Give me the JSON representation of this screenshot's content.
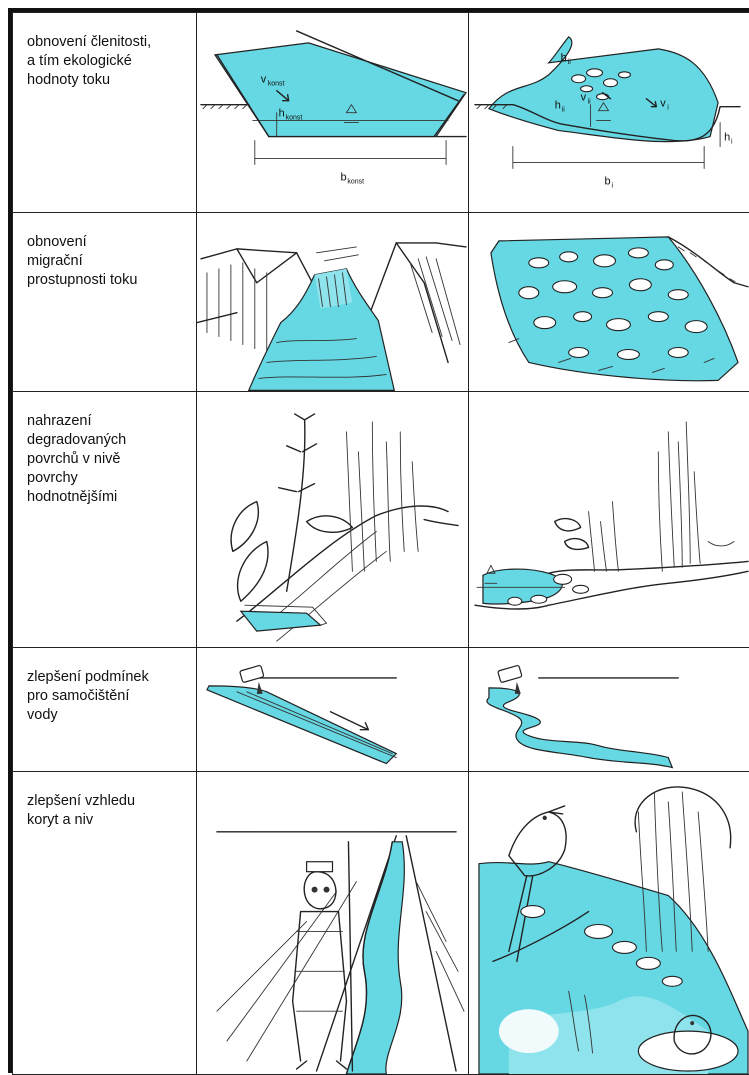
{
  "rows": [
    {
      "label": "obnovení členitosti,\na tím ekologické\nhodnoty toku",
      "left_annotations": {
        "v": "v",
        "v_sub": "konst",
        "h": "h",
        "h_sub": "konst",
        "b": "b",
        "b_sub": "konst"
      },
      "right_annotations": {
        "b": "b",
        "b_sub": "ii",
        "h": "h",
        "h_sub": "ii",
        "v_ii": "v",
        "v_ii_sub": "ii",
        "v_i": "v",
        "v_i_sub": "i",
        "h_i": "h",
        "h_i_sub": "i",
        "b_i": "b",
        "b_i_sub": "i"
      }
    },
    {
      "label": "obnovení\nmigrační\nprostupnosti toku"
    },
    {
      "label": "nahrazení\ndegradovaných\npovrchů v nivě\npovrchy\nhodnotnějšími"
    },
    {
      "label": "zlepšení podmínek\npro samočištění\nvody"
    },
    {
      "label": "zlepšení vzhledu\nkoryt a niv"
    }
  ],
  "colors": {
    "water": "#66d8e4",
    "ink": "#222222"
  }
}
